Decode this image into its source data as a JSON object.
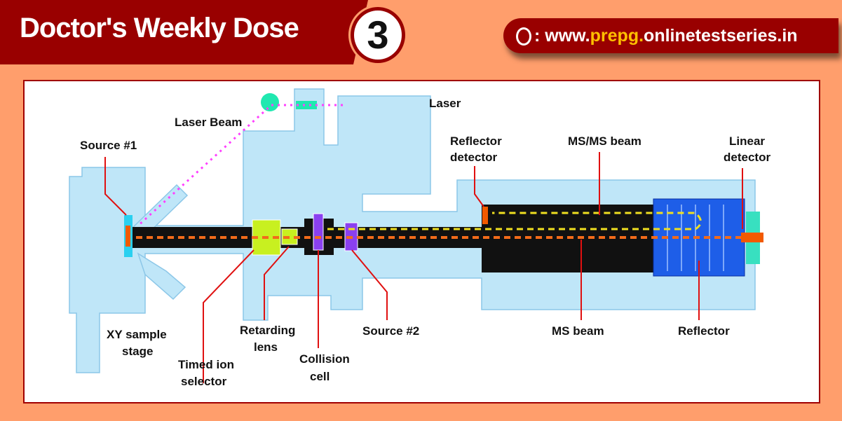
{
  "header": {
    "title": "Doctor's Weekly Dose",
    "issue_number": "3",
    "url_prefix": ": www.",
    "url_highlight": "prepg.",
    "url_suffix": "onlinetestseries.in"
  },
  "diagram": {
    "labels": {
      "laser": "Laser",
      "laser_beam": "Laser Beam",
      "source1": "Source #1",
      "reflector_detector_1": "Reflector",
      "reflector_detector_2": "detector",
      "msms_beam": "MS/MS beam",
      "linear_detector_1": "Linear",
      "linear_detector_2": "detector",
      "xy_stage_1": "XY sample",
      "xy_stage_2": "stage",
      "timed_ion_1": "Timed ion",
      "timed_ion_2": "selector",
      "retarding_1": "Retarding",
      "retarding_2": "lens",
      "collision_1": "Collision",
      "collision_2": "cell",
      "source2": "Source #2",
      "ms_beam": "MS beam",
      "reflector": "Reflector"
    }
  },
  "colors": {
    "header": "#990000",
    "background": "#ff9e6c",
    "chamber": "#bfe6f8",
    "highlight": "#ffc000"
  }
}
